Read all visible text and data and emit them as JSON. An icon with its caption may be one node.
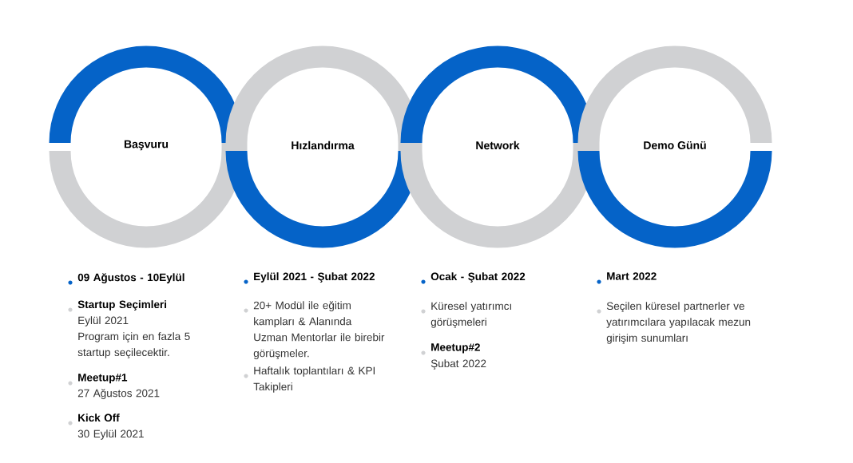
{
  "diagram": {
    "nodes": [
      {
        "text": [
          "Başvuru"
        ],
        "beside": [
          "09 Ağustos - 10Eylül",
          "Startup Seçimleri",
          "Eylül 2021",
          "Program için en fazla 5 startup seçilecektir.",
          "Meetup#1",
          "27 Ağustos 2021",
          "Kick Off",
          "30 Eylül 2021"
        ]
      },
      {
        "text": [
          "Hızlandırma"
        ],
        "beside": [
          "Eylül 2021 - Şubat 2022",
          "20+ Modül ile eğitim kampları & Alanında Uzman Mentorlar ile birebir görüşmeler.",
          "Haftalık toplantıları & KPI Takipleri"
        ]
      },
      {
        "text": [
          "Network"
        ],
        "beside": [
          "Ocak - Şubat 2022",
          "Küresel yatırımcı görüşmeleri",
          "Meetup#2",
          "Şubat 2022"
        ]
      },
      {
        "text": [
          "Demo Günü"
        ],
        "beside": [
          "Mart 2022",
          "Seçilen küresel partnerler ve yatırımcılara yapılacak mezun girişim sunumları"
        ]
      }
    ]
  }
}
